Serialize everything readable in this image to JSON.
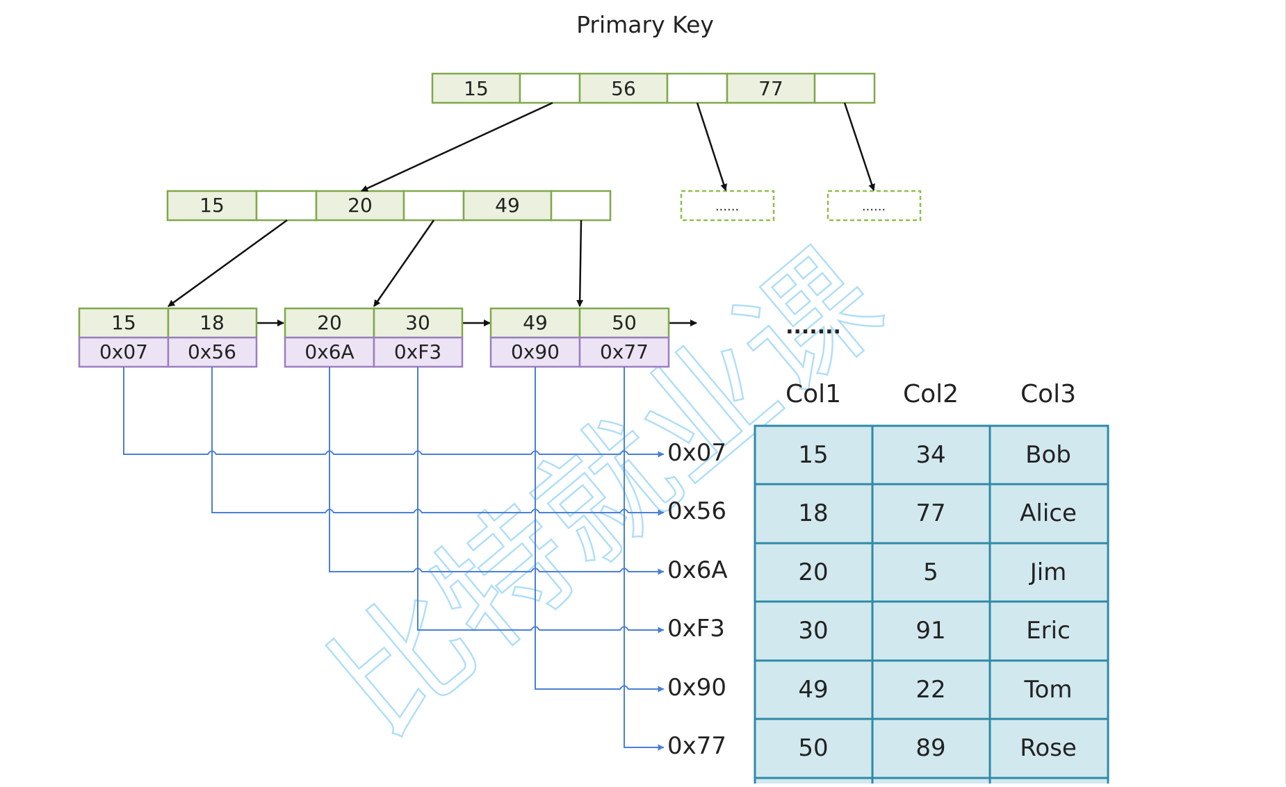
{
  "title": "Primary Key",
  "colors": {
    "key_fill": "#ebf1de",
    "key_stroke": "#7fa84a",
    "addr_fill": "#ece4f4",
    "addr_stroke": "#9b7fc0",
    "pointer_line": "#4a7fd6",
    "table_fill": "#d2e8ef",
    "table_stroke": "#2f8aa6",
    "watermark": "#8fd0f5",
    "arrow": "#111111",
    "text": "#222222"
  },
  "root_node": {
    "keys": [
      "15",
      "56",
      "77"
    ]
  },
  "internal_node": {
    "keys": [
      "15",
      "20",
      "49"
    ]
  },
  "placeholder_nodes": [
    "......",
    "......"
  ],
  "leaf_nodes": [
    {
      "keys": [
        "15",
        "18"
      ],
      "addrs": [
        "0x07",
        "0x56"
      ]
    },
    {
      "keys": [
        "20",
        "30"
      ],
      "addrs": [
        "0x6A",
        "0xF3"
      ]
    },
    {
      "keys": [
        "49",
        "50"
      ],
      "addrs": [
        "0x90",
        "0x77"
      ]
    }
  ],
  "leaf_continuation": ".......",
  "row_addresses": [
    "0x07",
    "0x56",
    "0x6A",
    "0xF3",
    "0x90",
    "0x77"
  ],
  "table": {
    "columns": [
      "Col1",
      "Col2",
      "Col3"
    ],
    "rows": [
      [
        "15",
        "34",
        "Bob"
      ],
      [
        "18",
        "77",
        "Alice"
      ],
      [
        "20",
        "5",
        "Jim"
      ],
      [
        "30",
        "91",
        "Eric"
      ],
      [
        "49",
        "22",
        "Tom"
      ],
      [
        "50",
        "89",
        "Rose"
      ]
    ]
  },
  "watermark": "比特就业课"
}
